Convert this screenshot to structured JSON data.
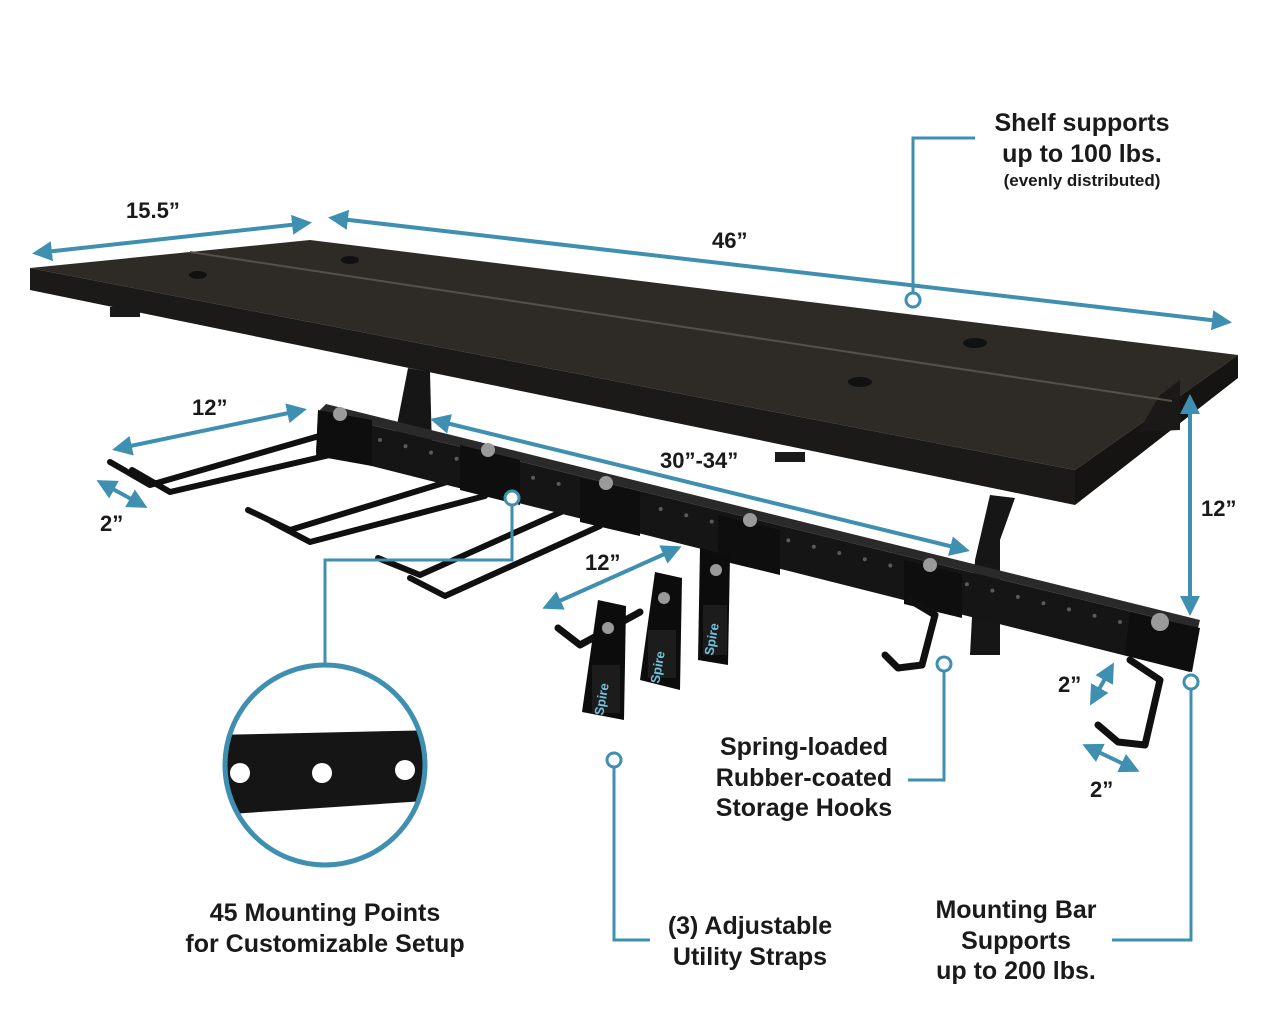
{
  "colors": {
    "accent": "#3f8fb0",
    "product": "#2b2824",
    "frame": "#121212",
    "text": "#1a1a1a"
  },
  "dimensions": {
    "shelf_depth": "15.5”",
    "shelf_width": "46”",
    "hook_width_left": "12”",
    "hook_depth_left": "2”",
    "bar_span": "30”-34”",
    "strap_hook_width": "12”",
    "height": "12”",
    "end_hook_vertical": "2”",
    "end_hook_horizontal": "2”"
  },
  "callouts": {
    "shelf": {
      "line1": "Shelf supports",
      "line2": "up to 100 lbs.",
      "note": "(evenly distributed)"
    },
    "mounting_points": {
      "line1": "45 Mounting Points",
      "line2": "for Customizable Setup"
    },
    "straps": {
      "line1": "(3) Adjustable",
      "line2": "Utility Straps"
    },
    "hooks": {
      "line1": "Spring-loaded",
      "line2": "Rubber-coated",
      "line3": "Storage Hooks"
    },
    "mounting_bar": {
      "line1": "Mounting Bar",
      "line2": "Supports",
      "line3": "up to 200 lbs."
    }
  },
  "strap_logo": "Spire"
}
